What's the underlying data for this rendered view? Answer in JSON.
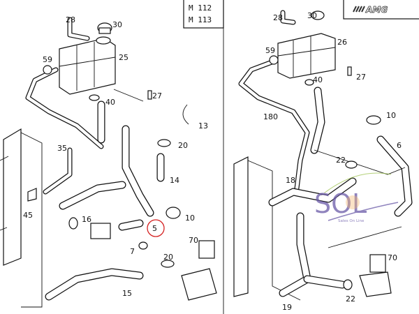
{
  "engine_box": {
    "line1": "M 112",
    "line2": "M 113"
  },
  "brand_logo": "AMG",
  "watermark": {
    "logo": "SOL",
    "tagline": "Sales On Line",
    "accent_colors": [
      "#6a5aa8",
      "#f0a040",
      "#9ac04a"
    ]
  },
  "left_panel": {
    "labels": [
      "28",
      "30",
      "25",
      "59",
      "27",
      "40",
      "13",
      "35",
      "20",
      "14",
      "45",
      "16",
      "10",
      "5",
      "7",
      "70",
      "20",
      "15"
    ],
    "highlighted_part": "5",
    "highlight_color": "#d42020"
  },
  "right_panel": {
    "labels": [
      "28",
      "30",
      "26",
      "59",
      "27",
      "40",
      "180",
      "10",
      "6",
      "22",
      "18",
      "70",
      "19",
      "22"
    ]
  }
}
